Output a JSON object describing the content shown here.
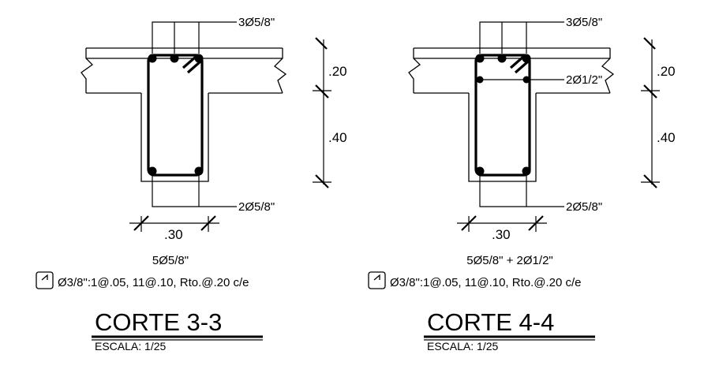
{
  "sections": [
    {
      "id": "3-3",
      "top_bars": "3Ø5/8\"",
      "mid_bars": "",
      "bottom_bars": "2Ø5/8\"",
      "slab_depth": ".20",
      "web_depth": ".40",
      "width": ".30",
      "bars_summary": "5Ø5/8\"",
      "stirrups": "Ø3/8\":1@.05, 11@.10, Rto.@.20 c/e",
      "title": "CORTE 3-3",
      "scale": "ESCALA: 1/25"
    },
    {
      "id": "4-4",
      "top_bars": "3Ø5/8\"",
      "mid_bars": "2Ø1/2\"",
      "bottom_bars": "2Ø5/8\"",
      "slab_depth": ".20",
      "web_depth": ".40",
      "width": ".30",
      "bars_summary": "5Ø5/8\" + 2Ø1/2\"",
      "stirrups": "Ø3/8\":1@.05, 11@.10, Rto.@.20 c/e",
      "title": "CORTE 4-4",
      "scale": "ESCALA: 1/25"
    }
  ]
}
